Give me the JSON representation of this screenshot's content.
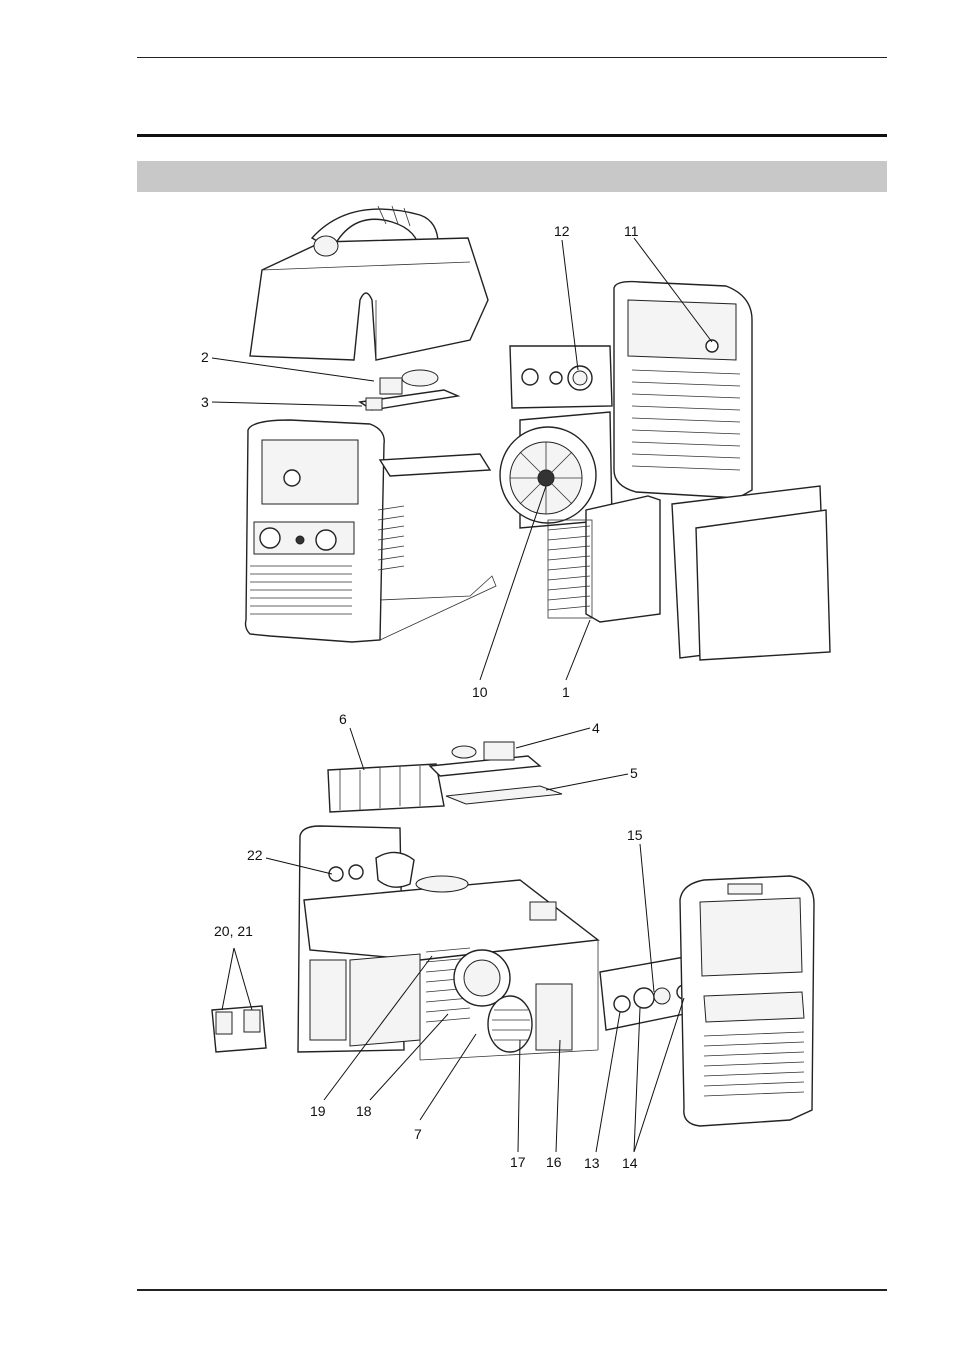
{
  "callouts": {
    "c1": "1",
    "c2": "2",
    "c3": "3",
    "c4": "4",
    "c5": "5",
    "c6": "6",
    "c7": "7",
    "c10": "10",
    "c11": "11",
    "c12": "12",
    "c13": "13",
    "c14": "14",
    "c15": "15",
    "c16": "16",
    "c17": "17",
    "c18": "18",
    "c19": "19",
    "c20_21": "20, 21",
    "c22": "22"
  }
}
